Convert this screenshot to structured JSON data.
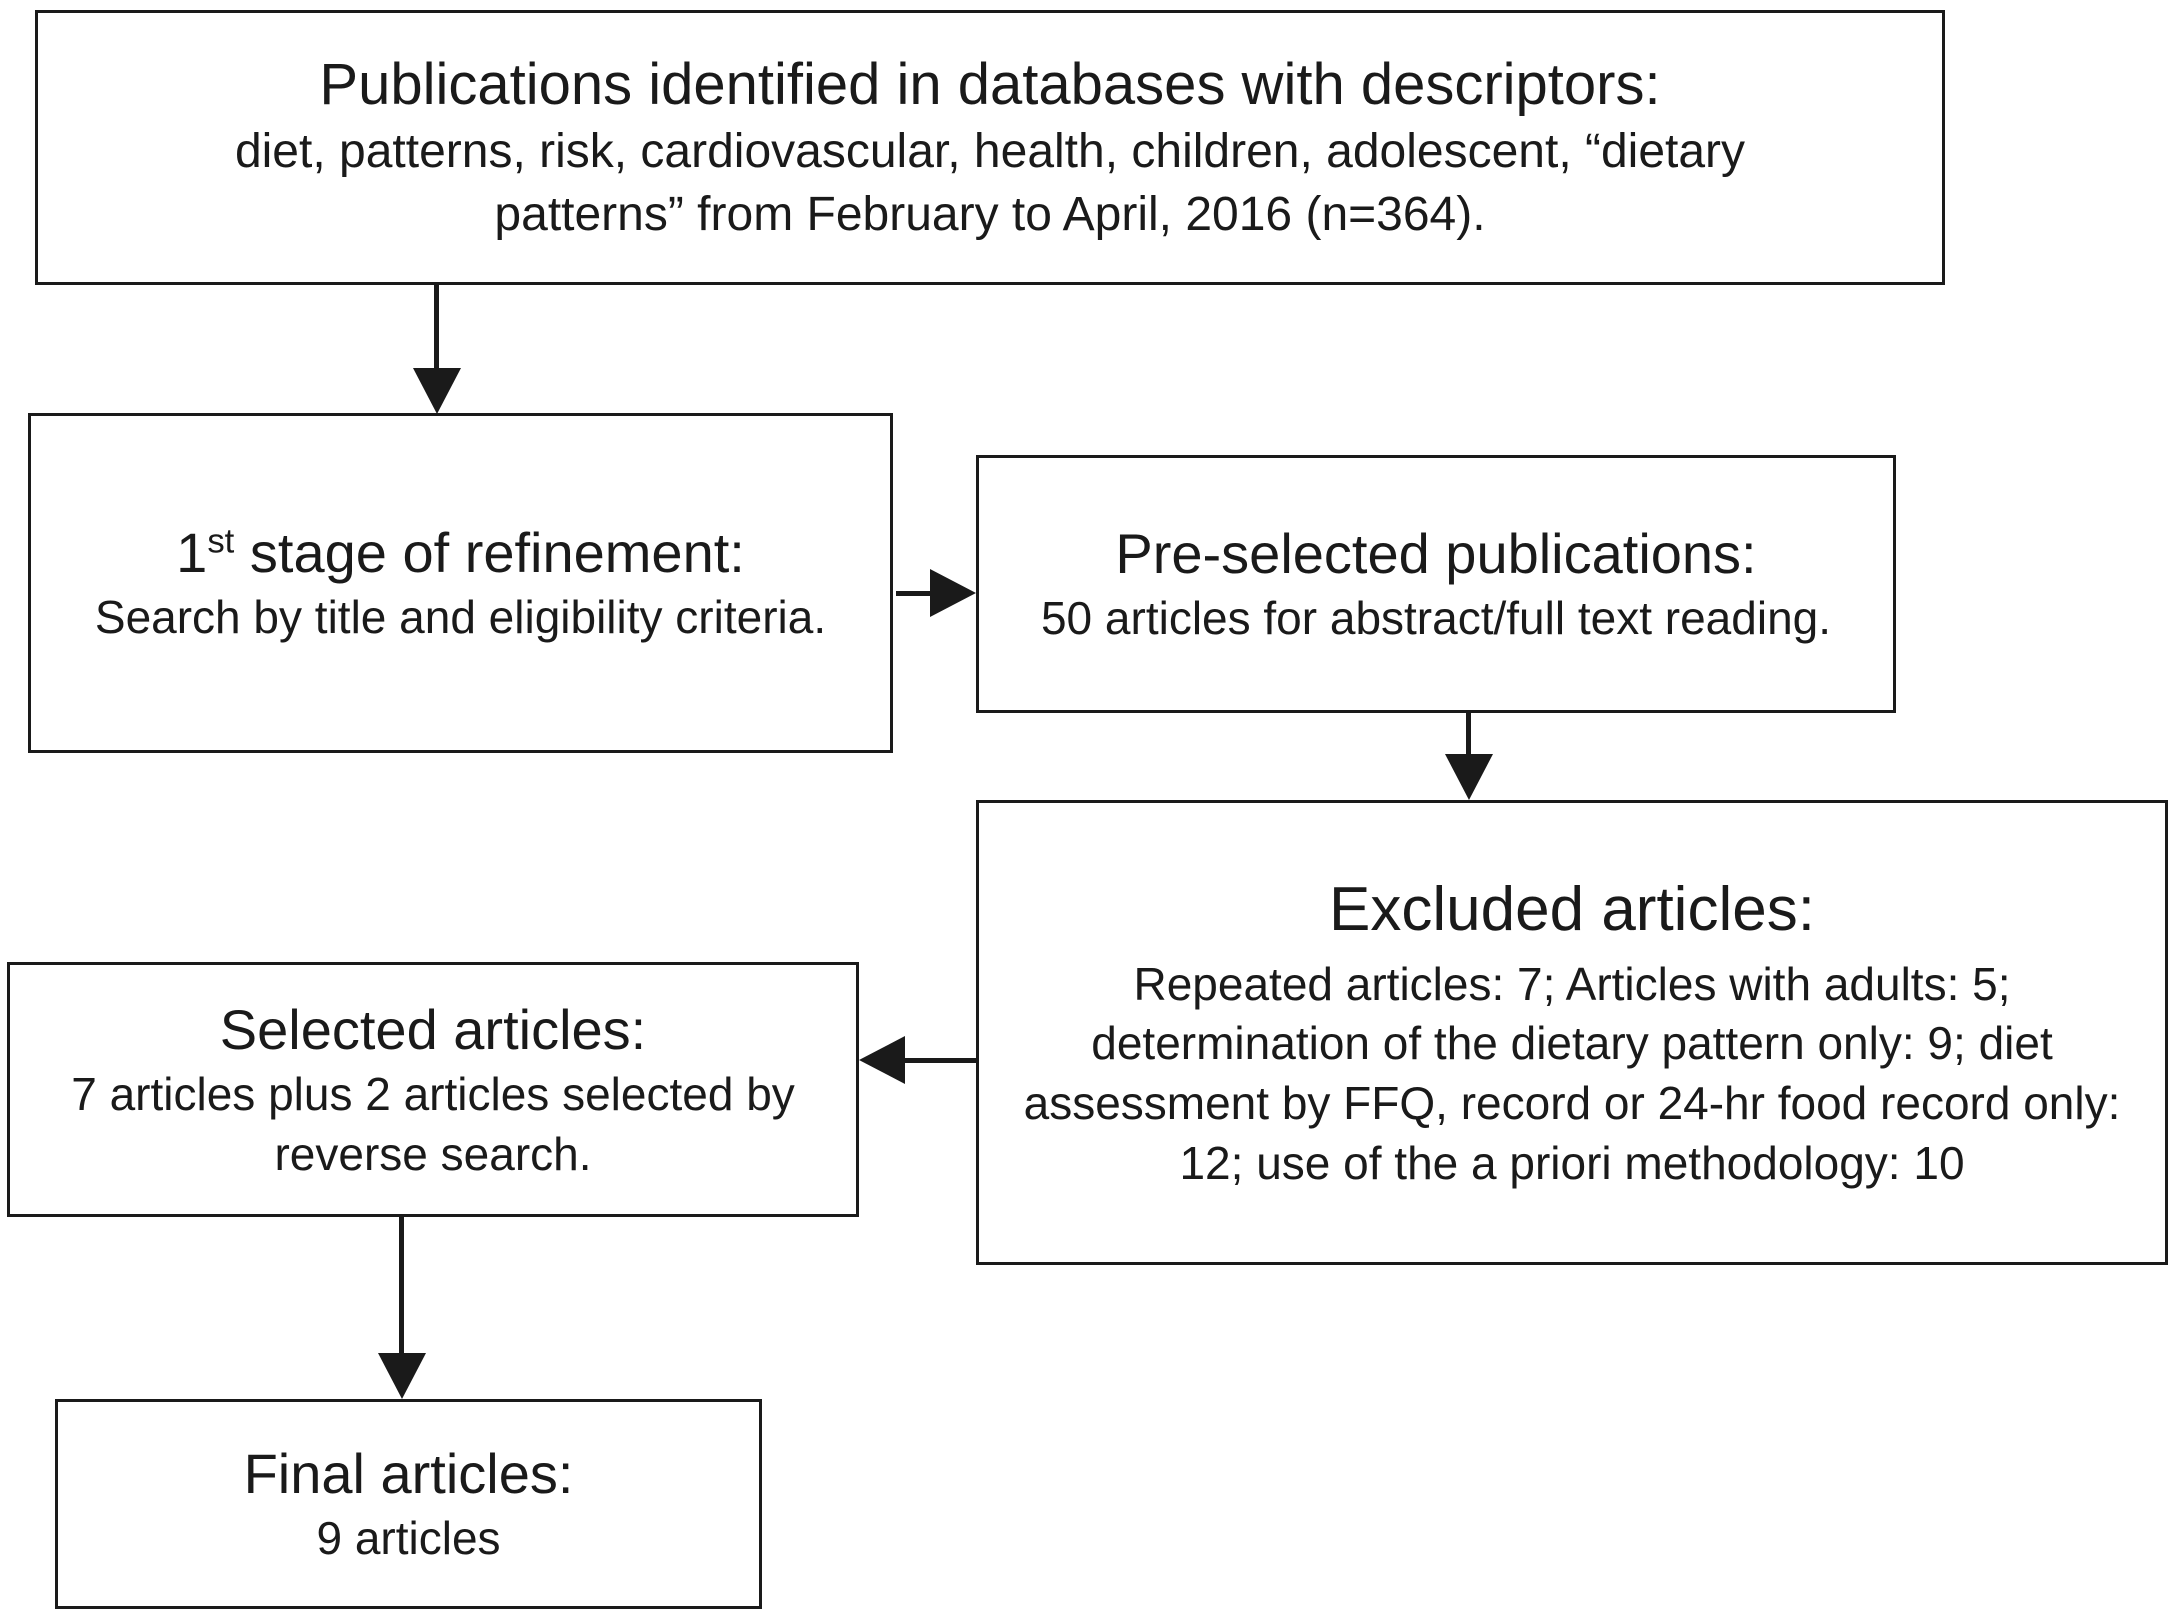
{
  "diagram": {
    "boxes": {
      "identified": {
        "title": "Publications identified in databases with descriptors:",
        "body": "diet, patterns, risk, cardiovascular, health, children, adolescent, “dietary patterns” from February to April, 2016 (n=364)."
      },
      "refinement": {
        "title_number": "1",
        "title_sup": "st",
        "title_rest": " stage of refinement:",
        "body": "Search by title and eligibility criteria."
      },
      "preselected": {
        "title": "Pre-selected publications:",
        "body": "50 articles for abstract/full text reading."
      },
      "excluded": {
        "title": "Excluded articles:",
        "body": "Repeated articles: 7; Articles with adults: 5; determination of the dietary pattern only: 9; diet assessment by FFQ, record or 24-hr food record only: 12; use of the a priori methodology: 10"
      },
      "selected": {
        "title": "Selected articles:",
        "body": "7 articles plus 2 articles selected by reverse search."
      },
      "final": {
        "title": "Final articles:",
        "body": "9 articles"
      }
    }
  }
}
